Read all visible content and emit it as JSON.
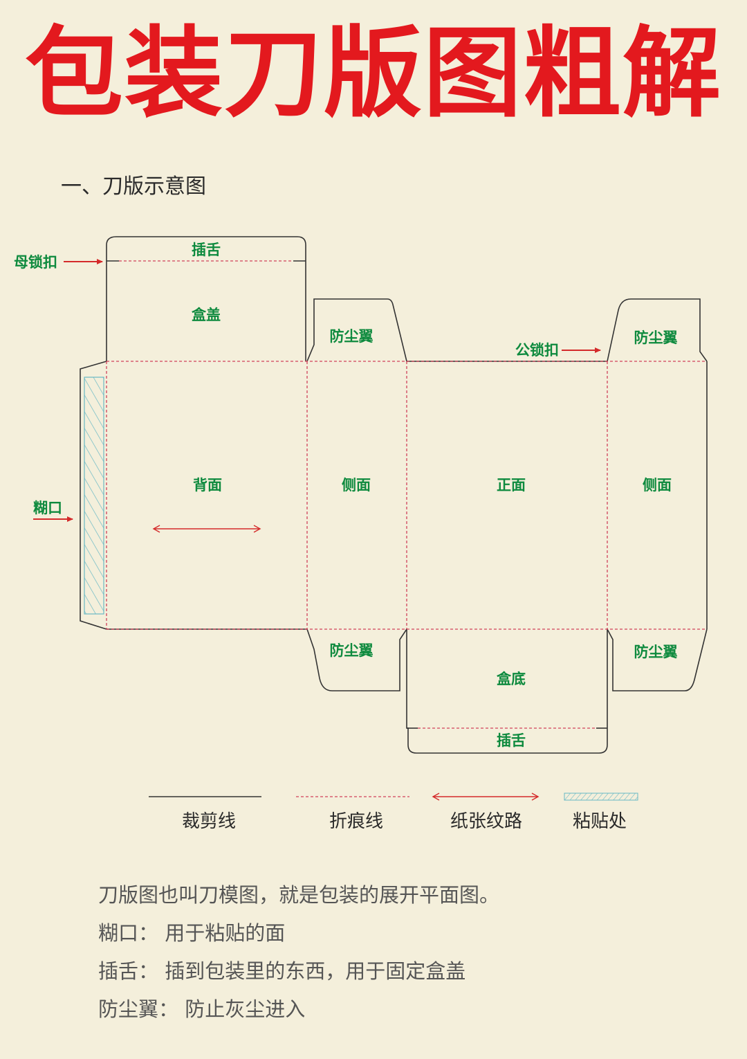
{
  "title": "包装刀版图粗解",
  "section_heading": "一、刀版示意图",
  "diagram": {
    "labels": {
      "top_tab": "插舌",
      "lid": "盒盖",
      "female_lock": "母锁扣",
      "dust_flap_top_left": "防尘翼",
      "male_lock": "公锁扣",
      "dust_flap_top_right": "防尘翼",
      "glue_flap": "糊口",
      "back": "背面",
      "side_left": "侧面",
      "front": "正面",
      "side_right": "侧面",
      "dust_flap_bottom_left": "防尘翼",
      "dust_flap_bottom_right": "防尘翼",
      "bottom": "盒底",
      "bottom_tab": "插舌"
    },
    "colors": {
      "cut_line": "#333333",
      "crease_line": "#d0405a",
      "grain_arrow": "#d42a2a",
      "glue_hatch": "#69b8c4",
      "label": "#0e8a3e"
    }
  },
  "legend": {
    "cut_line": "裁剪线",
    "crease_line": "折痕线",
    "grain": "纸张纹路",
    "glue_area": "粘贴处"
  },
  "notes": [
    "刀版图也叫刀模图，就是包装的展开平面图。",
    "糊口：  用于粘贴的面",
    "插舌：  插到包装里的东西，用于固定盒盖",
    "防尘翼：  防止灰尘进入"
  ]
}
